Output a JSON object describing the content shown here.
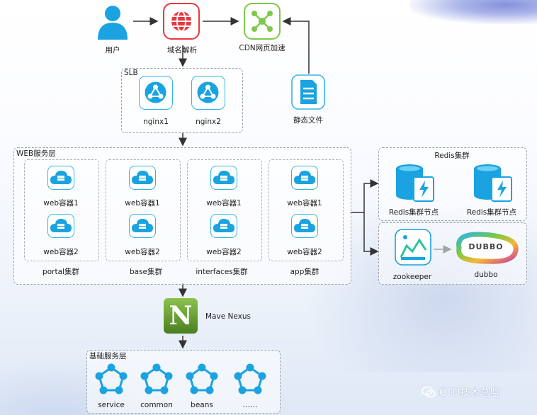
{
  "top": {
    "user_label": "用户",
    "dns_label": "域名解析",
    "cdn_label": "CDN网页加速",
    "static_label": "静态文件"
  },
  "slb": {
    "title": "SLB",
    "nodes": [
      "nginx1",
      "nginx2"
    ]
  },
  "web": {
    "title": "WEB服务层",
    "clusters": [
      {
        "name": "portal集群",
        "nodes": [
          "web容器1",
          "web容器2"
        ]
      },
      {
        "name": "base集群",
        "nodes": [
          "web容器1",
          "web容器2"
        ]
      },
      {
        "name": "interfaces集群",
        "nodes": [
          "web容器1",
          "web容器2"
        ]
      },
      {
        "name": "app集群",
        "nodes": [
          "web容器1",
          "web容器2"
        ]
      }
    ]
  },
  "redis": {
    "title": "Redis集群",
    "nodes": [
      "Redis集群节点",
      "Redis集群节点"
    ]
  },
  "services": {
    "zookeeper_label": "zookeeper",
    "dubbo_label": "dubbo",
    "dubbo_logo_text": "DUBBO"
  },
  "nexus": {
    "label": "Mave Nexus",
    "logo_letter": "N"
  },
  "base_layer": {
    "title": "基础服务层",
    "modules": [
      "service",
      "common",
      "beans",
      "……"
    ]
  },
  "watermark": "CTO技术总监",
  "colors": {
    "accent": "#33b6e8",
    "dns_red": "#e8383d",
    "cdn_green": "#7ec84a",
    "nexus_green": "#5a8f2a"
  }
}
